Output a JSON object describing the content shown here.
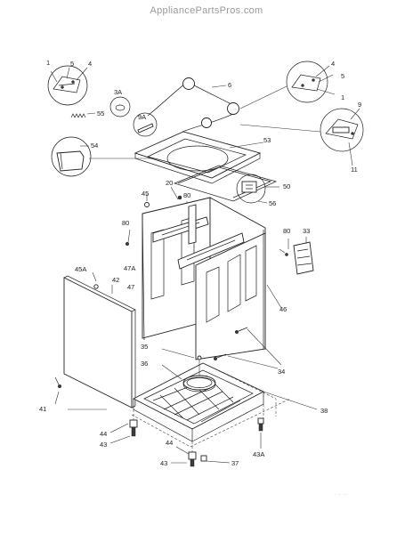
{
  "watermark": "AppliancePartsPros.com",
  "diagram_code": "·  · ·· ···",
  "labels": [
    {
      "id": "l1a",
      "text": "1"
    },
    {
      "id": "l5a",
      "text": "5"
    },
    {
      "id": "l4a",
      "text": "4"
    },
    {
      "id": "l3a",
      "text": "3A"
    },
    {
      "id": "l55",
      "text": "55"
    },
    {
      "id": "l6",
      "text": "6"
    },
    {
      "id": "l4b",
      "text": "4"
    },
    {
      "id": "l5b",
      "text": "5"
    },
    {
      "id": "l1b",
      "text": "1"
    },
    {
      "id": "l9",
      "text": "9"
    },
    {
      "id": "l9a",
      "text": "9A"
    },
    {
      "id": "l54",
      "text": "54"
    },
    {
      "id": "l53",
      "text": "53"
    },
    {
      "id": "l11",
      "text": "11"
    },
    {
      "id": "l20",
      "text": "20"
    },
    {
      "id": "l80a",
      "text": "80"
    },
    {
      "id": "l45",
      "text": "45"
    },
    {
      "id": "l50",
      "text": "50"
    },
    {
      "id": "l56",
      "text": "56"
    },
    {
      "id": "l80b",
      "text": "80"
    },
    {
      "id": "l80c",
      "text": "80"
    },
    {
      "id": "l33",
      "text": "33"
    },
    {
      "id": "l47a",
      "text": "47A"
    },
    {
      "id": "l45a",
      "text": "45A"
    },
    {
      "id": "l42",
      "text": "42"
    },
    {
      "id": "l47",
      "text": "47"
    },
    {
      "id": "l46",
      "text": "46"
    },
    {
      "id": "l35",
      "text": "35"
    },
    {
      "id": "l36",
      "text": "36"
    },
    {
      "id": "l34",
      "text": "34"
    },
    {
      "id": "l41",
      "text": "41"
    },
    {
      "id": "l38",
      "text": "38"
    },
    {
      "id": "l44a",
      "text": "44"
    },
    {
      "id": "l43a",
      "text": "43"
    },
    {
      "id": "l44b",
      "text": "44"
    },
    {
      "id": "l43b",
      "text": "43"
    },
    {
      "id": "l37",
      "text": "37"
    },
    {
      "id": "l43c",
      "text": "43A"
    }
  ]
}
